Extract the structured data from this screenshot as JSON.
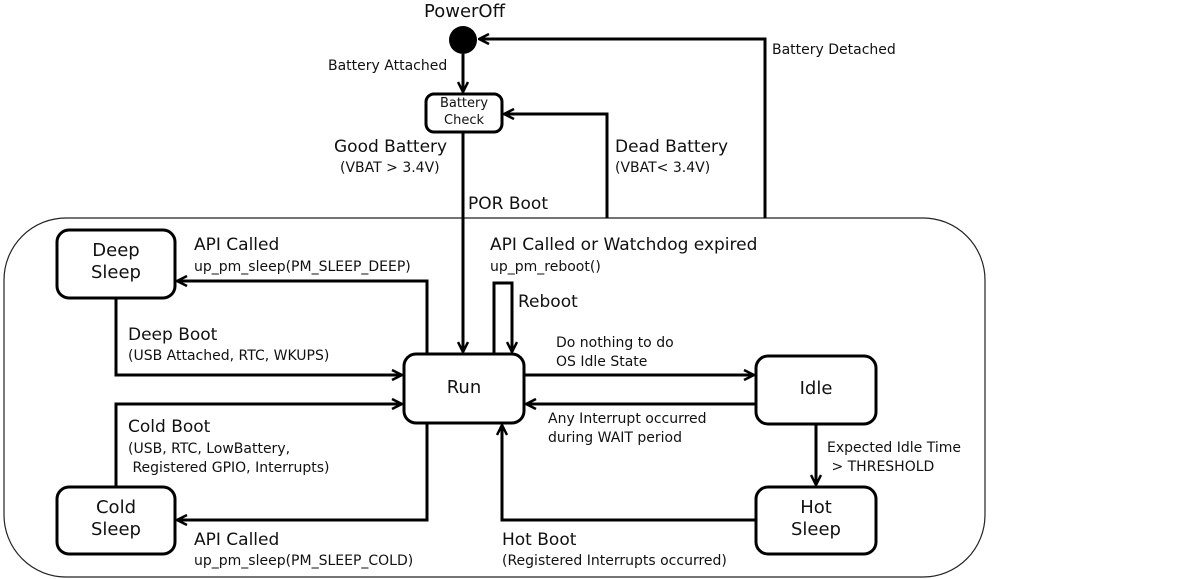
{
  "diagram": {
    "type": "state-machine",
    "initial": {
      "label": "PowerOff"
    },
    "states": {
      "battery_check": "Battery\nCheck",
      "run": "Run",
      "idle": "Idle",
      "deep_sleep": "Deep\nSleep",
      "cold_sleep": "Cold\nSleep",
      "hot_sleep": "Hot\nSleep"
    },
    "transitions": {
      "battery_attached": "Battery Attached",
      "battery_detached": "Battery Detached",
      "good_battery": "Good Battery",
      "good_battery_cond": "(VBAT > 3.4V)",
      "dead_battery": "Dead Battery",
      "dead_battery_cond": "(VBAT< 3.4V)",
      "por_boot": "POR Boot",
      "deep_api": "API Called",
      "deep_api_call": "up_pm_sleep(PM_SLEEP_DEEP)",
      "deep_boot": "Deep Boot",
      "deep_boot_cond": "(USB Attached, RTC, WKUPS)",
      "cold_boot": "Cold Boot",
      "cold_boot_cond": "(USB, RTC, LowBattery,\n Registered GPIO, Interrupts)",
      "cold_api": "API Called",
      "cold_api_call": "up_pm_sleep(PM_SLEEP_COLD)",
      "reboot_trigger": "API Called or Watchdog expired",
      "reboot_call": "up_pm_reboot()",
      "reboot": "Reboot",
      "to_idle": "Do nothing to do\nOS Idle State",
      "from_idle": "Any Interrupt occurred\nduring WAIT period",
      "to_hot": "Expected Idle Time\n > THRESHOLD",
      "hot_boot": "Hot Boot",
      "hot_boot_cond": "(Registered Interrupts occurred)"
    }
  }
}
